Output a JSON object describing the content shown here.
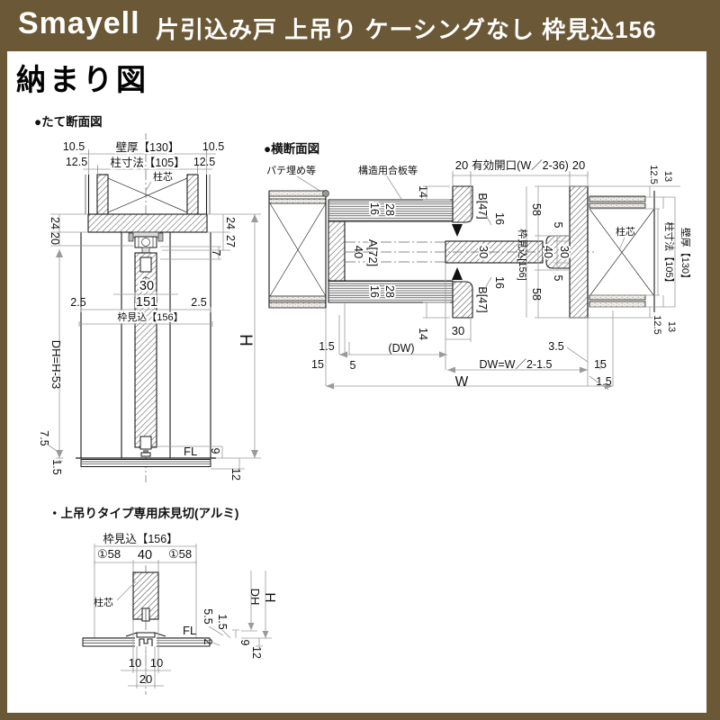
{
  "header": {
    "logo": "Smayell",
    "title": "片引込み戸 上吊り ケーシングなし 枠見込156"
  },
  "page": {
    "heading": "納まり図"
  },
  "vs": {
    "label": "●たて断面図",
    "off_l": "10.5",
    "wall": "壁厚【130】",
    "off_r": "10.5",
    "inset_l": "12.5",
    "post": "柱寸法【105】",
    "inset_r": "12.5",
    "center": "柱芯",
    "d24l": "24",
    "d20l": "20",
    "d24r": "24",
    "d27r": "27",
    "d7": "7",
    "gap_l": "2.5",
    "gap_r": "2.5",
    "door": "30",
    "d151": "151",
    "depth": "枠見込【156】",
    "dh": "DH=H-53",
    "h": "H",
    "d75": "7.5",
    "d15": "1.5",
    "fl": "FL",
    "d9": "9",
    "d12": "12"
  },
  "hs": {
    "label": "●横断面図",
    "putty": "パテ埋め等",
    "plywood": "構造用合板等",
    "t20l": "20",
    "opening": "有効開口(W／2-36)",
    "t20r": "20",
    "b47t": "B[47]",
    "b47b": "B[47]",
    "p16t": "16",
    "p28t": "28",
    "p14t": "14",
    "p16b": "16",
    "p28b": "28",
    "p14b": "14",
    "c40": "40",
    "a72": "A[72]",
    "door": "30",
    "m16t": "16",
    "m16b": "16",
    "depth": "枠見込[156]",
    "j58t": "58",
    "j5t": "5",
    "j40": "40",
    "j30": "30",
    "j5b": "5",
    "j58b": "58",
    "r125t": "12.5",
    "r13t": "13",
    "r125b": "12.5",
    "r13b": "13",
    "post": "柱寸法【105】",
    "wallthk": "壁厚【130】",
    "center": "柱芯",
    "b30": "30",
    "g15l": "1.5",
    "dwp": "(DW)",
    "g35": "3.5",
    "s15l": "15",
    "s5": "5",
    "dwf": "DW=W／2-1.5",
    "s15r": "15",
    "w": "W",
    "g15r": "1.5"
  },
  "fd": {
    "label": "・上吊りタイプ専用床見切(アルミ)",
    "depth": "枠見込【156】",
    "d58l": "①58",
    "d40": "40",
    "d58r": "①58",
    "center": "柱芯",
    "fl": "FL",
    "d55": "5.5",
    "d15": "1.5",
    "d2": "2",
    "d9": "9",
    "d12": "12",
    "dh": "DH",
    "h": "H",
    "t10l": "10",
    "t10r": "10",
    "t20": "20"
  }
}
